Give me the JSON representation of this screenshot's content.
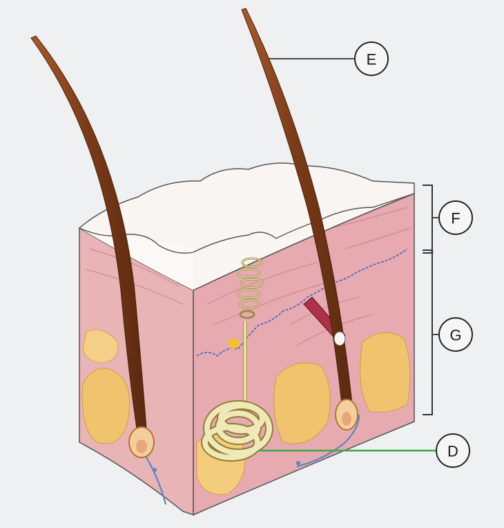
{
  "labels": {
    "e": "E",
    "f": "F",
    "g": "G",
    "d": "D"
  },
  "colors": {
    "background": "#eef0f1",
    "epidermis": "#f7f3f1",
    "dermis": "#eab7b8",
    "dermis_dark": "#d88f98",
    "fat": "#efc06a",
    "hair": "#7a3a18",
    "gland": "#f1e8b7",
    "vessel": "#5a86c4",
    "pointer_d": "#3fa64a"
  }
}
